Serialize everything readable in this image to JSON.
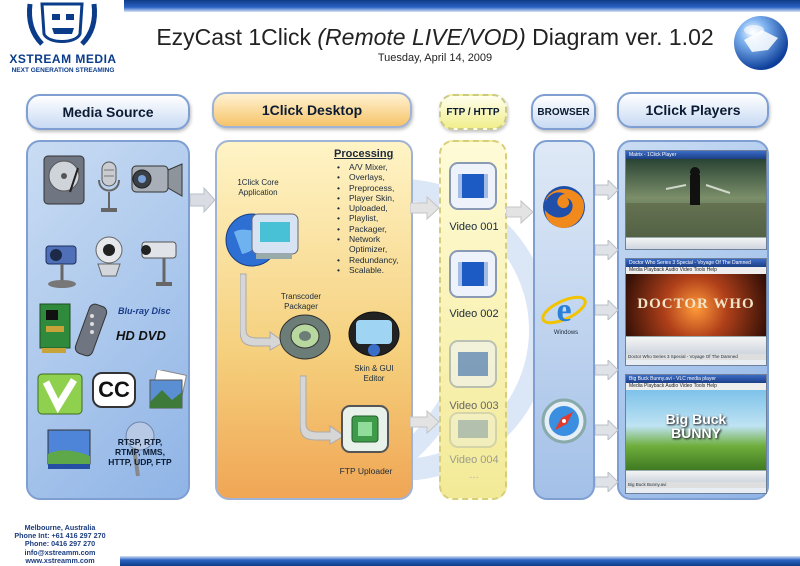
{
  "header": {
    "logo_name": "XSTREAM MEDIA",
    "logo_tagline": "NEXT GENERATION STREAMING",
    "title_plain": "EzyCast 1Click ",
    "title_italic": "(Remote LIVE/VOD)",
    "title_suffix": " Diagram ver. 1.02",
    "date": "Tuesday, April 14, 2009"
  },
  "columns": {
    "media_source": "Media Source",
    "desktop": "1Click Desktop",
    "ftp": "FTP / HTTP",
    "browser": "BROWSER",
    "players": "1Click Players"
  },
  "media_source": {
    "items": [
      "hard-drive-icon",
      "microphone-icon",
      "camcorder-icon",
      "webcam-icon",
      "usb-webcam-icon",
      "security-camera-icon",
      "capture-card-icon",
      "remote-icon",
      "bluray-logo",
      "hd-dvd-logo",
      "vp6-icon",
      "closed-caption-icon",
      "photos-icon",
      "desktop-screen-icon",
      "stream-globe-icon"
    ],
    "bluray_label": "Blu-ray Disc",
    "hddvd_label": "HD DVD",
    "cc_label": "CC",
    "protocols": [
      "RTSP, RTP,",
      "RTMP, MMS,",
      "HTTP, UDP, FTP"
    ]
  },
  "desktop": {
    "core_label": [
      "1Click Core",
      "Application"
    ],
    "processing_title": "Processing",
    "processing_items": [
      "A/V Mixer,",
      "Overlays,",
      "Preprocess,",
      "Player Skin,",
      "Uploaded,",
      "Playlist,",
      "Packager,",
      "Network Optimizer,",
      "Redundancy,",
      "Scalable."
    ],
    "transcoder_label": [
      "Transcoder",
      "Packager"
    ],
    "skin_label": [
      "Skin & GUI",
      "Editor"
    ],
    "ftp_uploader_label": "FTP Uploader"
  },
  "ftp": {
    "videos": [
      "Video 001",
      "Video 002",
      "Video 003",
      "Video 004"
    ],
    "ellipsis": "…"
  },
  "browser": {
    "items": [
      "firefox-icon",
      "internet-explorer-icon",
      "safari-icon"
    ],
    "ie_caption": "Windows"
  },
  "players": {
    "player1": {
      "title": "Matrix - 1Click Player",
      "screen": "matrix-scene"
    },
    "player2": {
      "title": "Doctor Who Series 3 Special - Voyage Of The Damned",
      "menu": "Media  Playback  Audio  Video  Tools  Help",
      "screen_text": "DOCTOR WHO",
      "status": "Doctor Who Series 3 Special - Voyage Of The Damned"
    },
    "player3": {
      "title": "Big Buck Bunny.avi - VLC media player",
      "menu": "Media  Playback  Audio  Video  Tools  Help",
      "screen_text_1": "Big Buck",
      "screen_text_2": "BUNNY",
      "status": "Big Buck Bunny.avi"
    }
  },
  "footer": {
    "lines": [
      "Melbourne, Australia",
      "Phone Int: +61 416 297 270",
      "Phone: 0416 297 270",
      "info@xstreamm.com",
      "www.xstreamm.com"
    ]
  },
  "colors": {
    "accent_blue": "#0b3c8a",
    "panel_blue": "#8fb4e6",
    "panel_orange": "#f5cf7c",
    "panel_yellow": "#f3ea97"
  }
}
